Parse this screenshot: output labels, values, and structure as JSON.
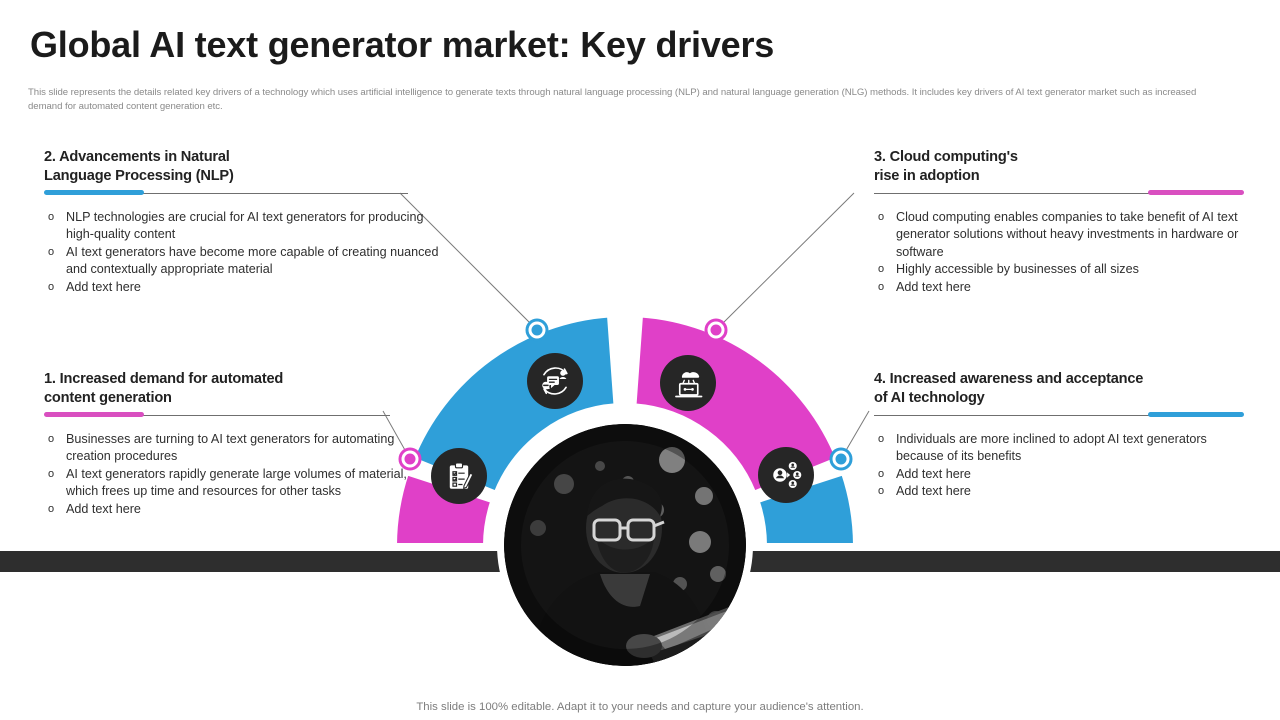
{
  "slide": {
    "title": "Global AI text generator market: Key drivers",
    "subtitle": "This slide represents the details related key drivers of a technology which uses artificial intelligence to generate texts through natural language processing (NLP) and natural language generation (NLG) methods. It includes key drivers of AI text generator market such as increased demand for automated content generation etc.",
    "footer": "This slide is 100% editable. Adapt it to your needs and capture your audience's attention."
  },
  "colors": {
    "blue": "#2f9fd9",
    "magenta": "#e040c8",
    "magenta_rule": "#d94fc0",
    "dark": "#262626",
    "band": "#2e2e2e",
    "text": "#2f2f2f",
    "heading": "#222222",
    "subtitle": "#8a8a8a"
  },
  "drivers": [
    {
      "id": "driver-1",
      "number": "1.",
      "heading_line1": "1. Increased demand for automated",
      "heading_line2": "content generation",
      "accent": "#d94fc0",
      "icon": "clipboard-checklist-icon",
      "bullets": [
        "Businesses are turning to AI text generators for automating creation procedures",
        "AI text generators rapidly generate large volumes of material, which frees up time and resources for other tasks",
        "Add text here"
      ]
    },
    {
      "id": "driver-2",
      "number": "2.",
      "heading_line1": "2. Advancements in Natural",
      "heading_line2": "Language Processing (NLP)",
      "accent": "#2f9fd9",
      "icon": "nlp-chat-cycle-icon",
      "bullets": [
        "NLP technologies are crucial for AI text generators for producing high-quality content",
        "AI text generators have become more capable of creating nuanced and contextually appropriate material",
        "Add text here"
      ]
    },
    {
      "id": "driver-3",
      "number": "3.",
      "heading_line1": "3. Cloud computing's",
      "heading_line2": "rise in adoption",
      "accent": "#d94fc0",
      "icon": "cloud-laptop-icon",
      "bullets": [
        "Cloud computing enables companies to take benefit of AI text generator solutions without heavy investments in hardware or software",
        "Highly accessible by businesses of all sizes",
        "Add text here"
      ]
    },
    {
      "id": "driver-4",
      "number": "4.",
      "heading_line1": "4. Increased awareness and acceptance",
      "heading_line2": "of AI technology",
      "accent": "#2f9fd9",
      "icon": "people-network-icon",
      "bullets": [
        "Individuals are more inclined to adopt AI text generators because of its benefits",
        "Add text here",
        "Add text here"
      ]
    }
  ],
  "diagram": {
    "segments": [
      {
        "name": "segment-1-clipboard",
        "color": "#e040c8"
      },
      {
        "name": "segment-2-nlp",
        "color": "#2f9fd9"
      },
      {
        "name": "segment-3-cloud",
        "color": "#e040c8"
      },
      {
        "name": "segment-4-people",
        "color": "#2f9fd9"
      }
    ],
    "connector_dots": [
      {
        "name": "connector-dot-1",
        "color": "#e040c8"
      },
      {
        "name": "connector-dot-2",
        "color": "#2f9fd9"
      },
      {
        "name": "connector-dot-3",
        "color": "#e040c8"
      },
      {
        "name": "connector-dot-4",
        "color": "#2f9fd9"
      }
    ],
    "center_photo_alt": "man with glasses working on a laptop at night, black and white"
  }
}
